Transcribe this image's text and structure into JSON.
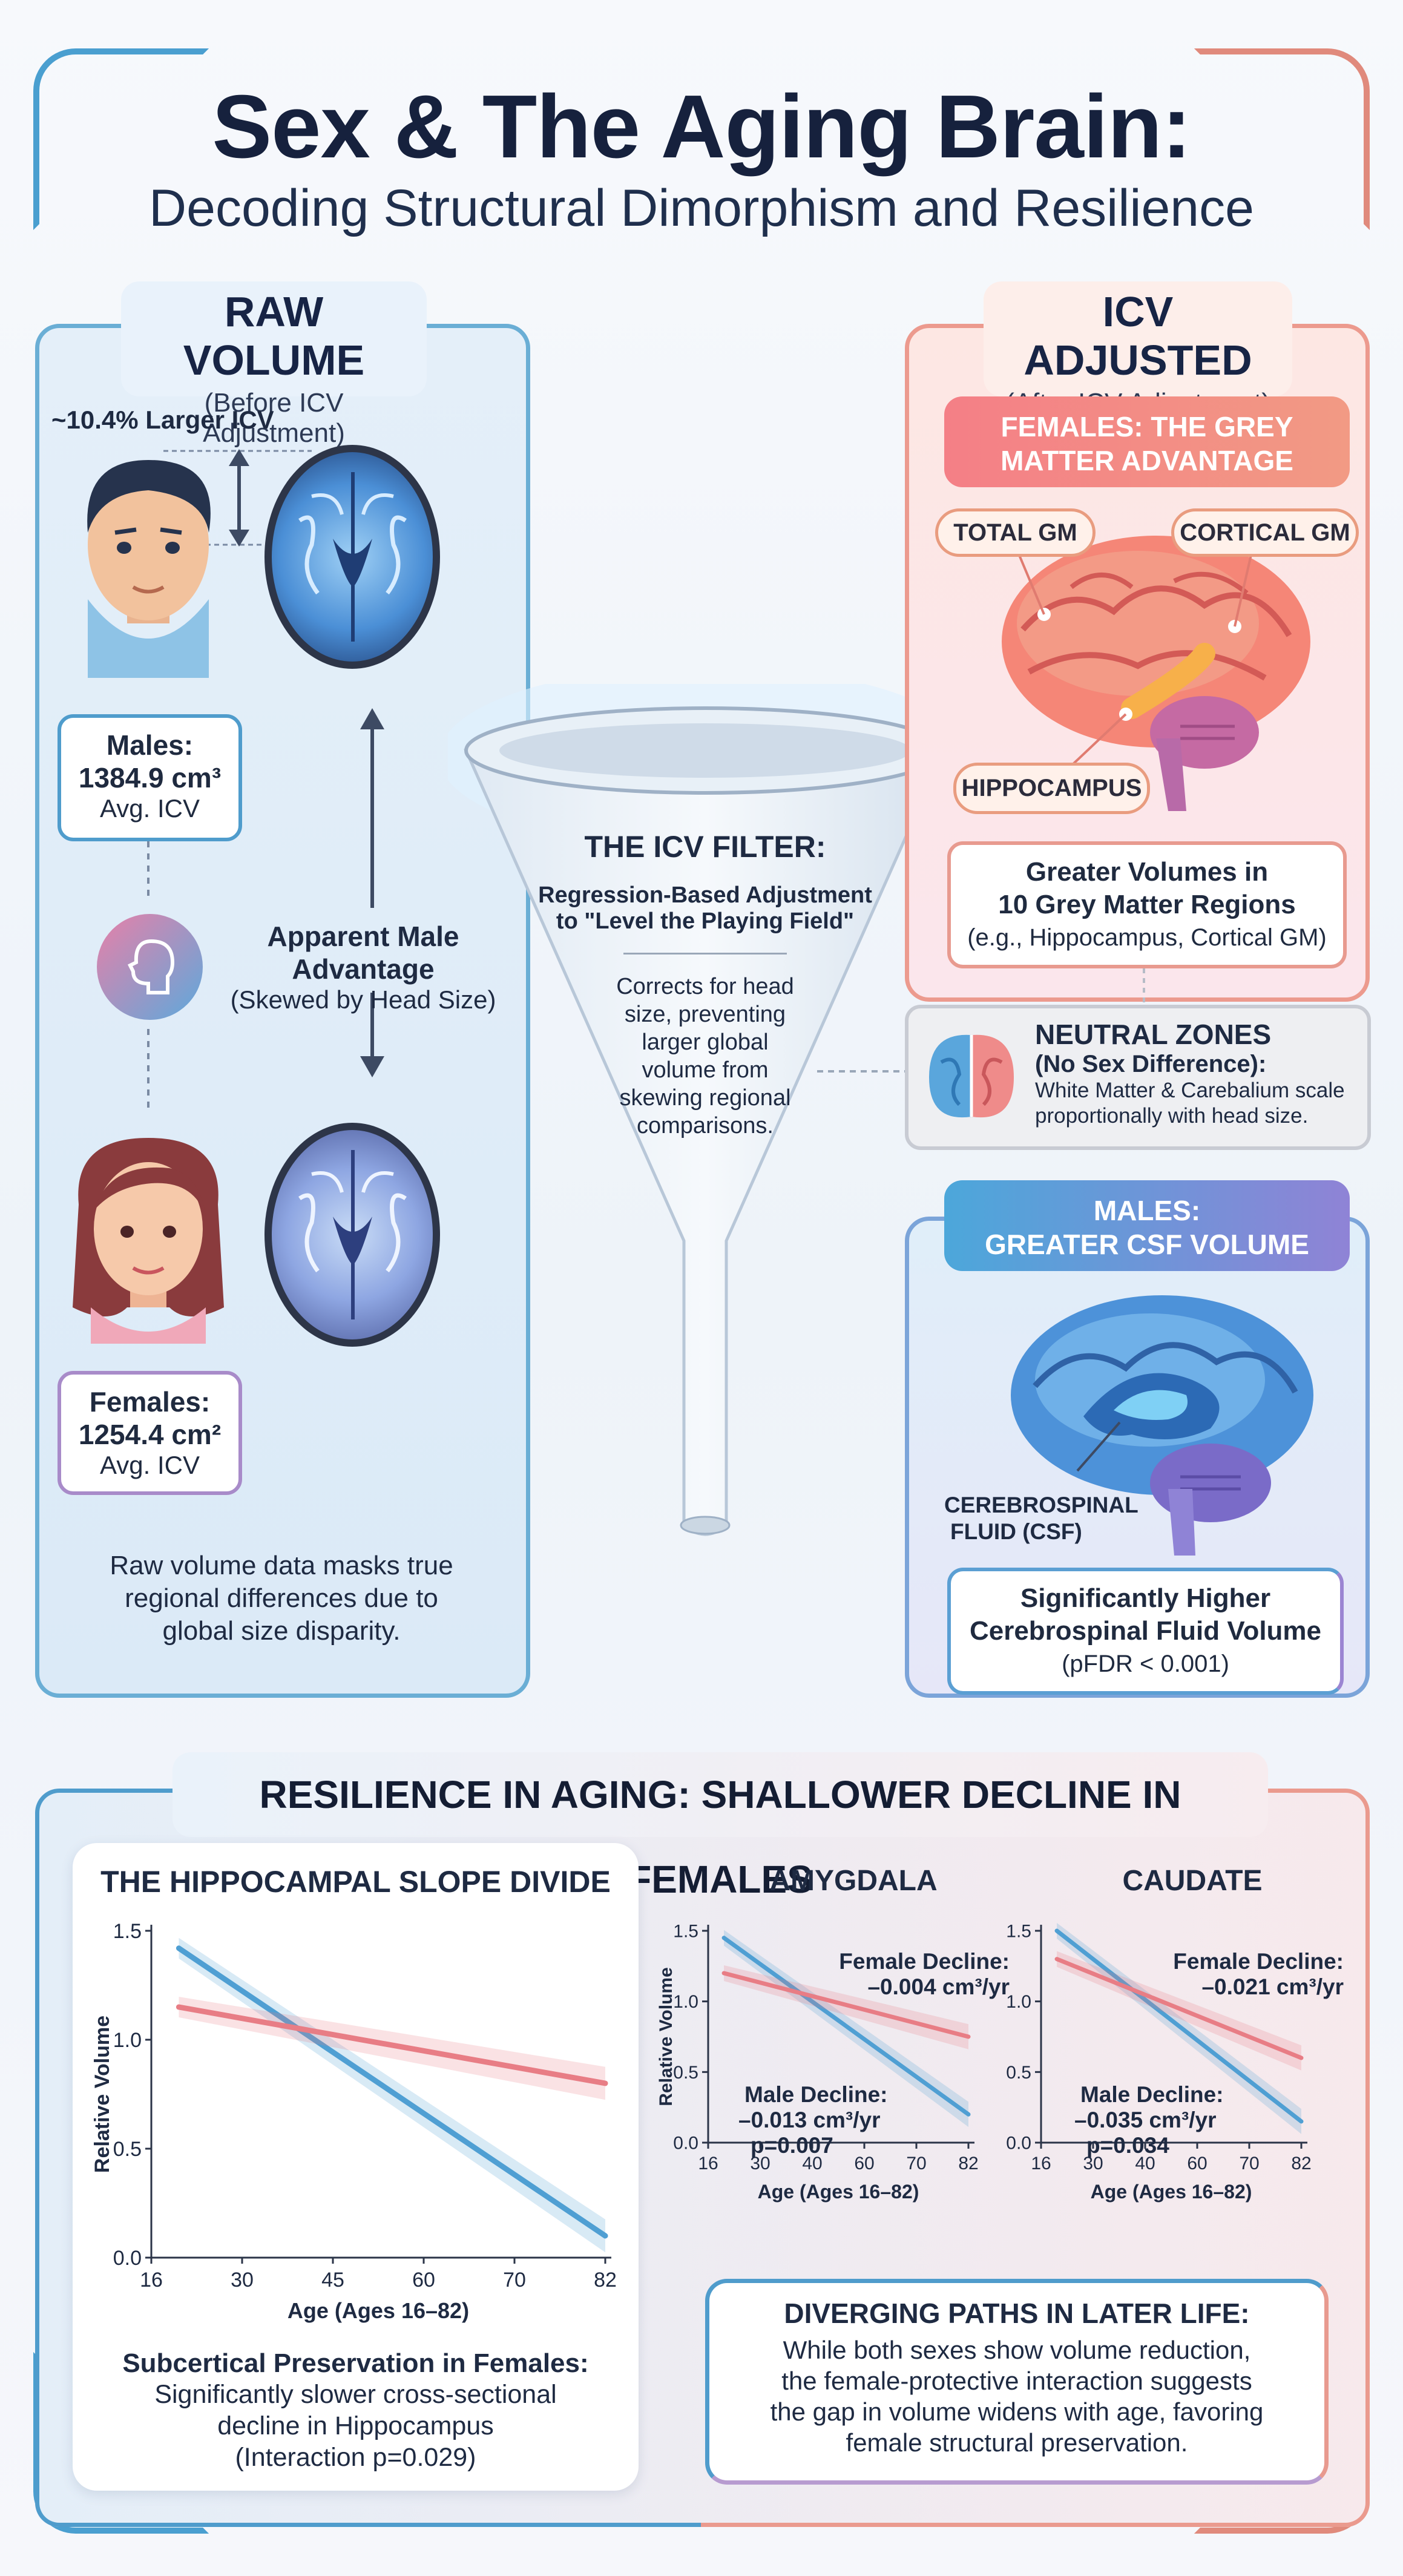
{
  "header": {
    "title": "Sex & The Aging Brain:",
    "subtitle": "Decoding Structural Dimorphism and Resilience"
  },
  "raw_panel": {
    "title": "RAW VOLUME",
    "subtitle": "(Before ICV Adjustment)",
    "icv_note": "~10.4% Larger ICV",
    "males_label": "Males:",
    "males_value": "1384.9 cm³",
    "males_unit": "Avg. ICV",
    "females_label": "Females:",
    "females_value": "1254.4 cm²",
    "females_unit": "Avg. ICV",
    "apparent_line1": "Apparent Male",
    "apparent_line2": "Advantage",
    "apparent_line3": "(Skewed by Head Size)",
    "footer_line1": "Raw volume data masks true",
    "footer_line2": "regional differences due to",
    "footer_line3": "global size disparity."
  },
  "filter": {
    "title": "THE ICV FILTER:",
    "method_line1": "Regression-Based Adjustment",
    "method_line2": "to \"Level the Playing Field\"",
    "desc_line1": "Corrects for head",
    "desc_line2": "size, preventing",
    "desc_line3": "larger global",
    "desc_line4": "volume from",
    "desc_line5": "skewing regional",
    "desc_line6": "comparisons."
  },
  "icv_panel": {
    "title": "ICV ADJUSTED",
    "subtitle": "(After ICV Adjustment)",
    "female_banner_line1": "FEMALES: THE GREY",
    "female_banner_line2": "MATTER ADVANTAGE",
    "tag_total_gm": "TOTAL GM",
    "tag_cortical_gm": "CORTICAL GM",
    "tag_hippocampus": "HIPPOCAMPUS",
    "greater_line1": "Greater Volumes in",
    "greater_line2": "10 Grey Matter Regions",
    "greater_line3": "(e.g., Hippocampus, Cortical GM)",
    "neutral_title1": "NEUTRAL ZONES",
    "neutral_title2": "(No Sex Difference):",
    "neutral_line1": "White Matter & Carebalium scale",
    "neutral_line2": "proportionally with head size.",
    "male_banner_line1": "MALES:",
    "male_banner_line2": "GREATER CSF VOLUME",
    "csf_label_line1": "CEREBROSPINAL",
    "csf_label_line2": "FLUID (CSF)",
    "csf_box_line1": "Significantly Higher",
    "csf_box_line2": "Cerebrospinal Fluid Volume",
    "csf_box_line3": "(pFDR < 0.001)"
  },
  "resilience": {
    "title": "RESILIENCE IN AGING: SHALLOWER DECLINE IN FEMALES",
    "hippo_title": "THE HIPPOCAMPAL SLOPE DIVIDE",
    "hippo_caption_title": "Subcertical Preservation in Females:",
    "hippo_caption_line1": "Significantly slower cross-sectional",
    "hippo_caption_line2": "decline in Hippocampus",
    "hippo_caption_line3": "(Interaction p=0.029)",
    "amygdala_title": "AMYGDALA",
    "amygdala_female_label": "Female Decline:",
    "amygdala_female_value": "–0.004 cm³/yr",
    "amygdala_male_label": "Male Decline:",
    "amygdala_male_value": "–0.013 cm³/yr",
    "amygdala_male_p": "p=0.007",
    "caudate_title": "CAUDATE",
    "caudate_female_label": "Female Decline:",
    "caudate_female_value": "–0.021 cm³/yr",
    "caudate_male_label": "Male Decline:",
    "caudate_male_value": "–0.035 cm³/yr",
    "caudate_male_p": "p=0.034",
    "diverge_title": "DIVERGING PATHS IN LATER LIFE:",
    "diverge_line1": "While both sexes show volume reduction,",
    "diverge_line2": "the female-protective interaction suggests",
    "diverge_line3": "the gap in volume widens with age, favoring",
    "diverge_line4": "female structural preservation."
  },
  "colors": {
    "male_line": "#4f9fd3",
    "female_line": "#e87d85",
    "navy": "#16213d",
    "blue_border": "#4f9ccc",
    "pink_border": "#ec9a8e"
  },
  "chart_data": [
    {
      "type": "line",
      "title": "THE HIPPOCAMPAL SLOPE DIVIDE",
      "xlabel": "Age (Ages 16–82)",
      "ylabel": "Relative Volume",
      "x_ticks": [
        "16",
        "30",
        "45",
        "60",
        "70",
        "82"
      ],
      "y_ticks": [
        "0.0",
        "0.5",
        "1.0",
        "1.5"
      ],
      "xlim": [
        16,
        82
      ],
      "ylim": [
        0,
        1.5
      ],
      "series": [
        {
          "x": [
            20,
            82
          ],
          "y": [
            1.42,
            0.1
          ],
          "color": "#4f9fd3"
        },
        {
          "x": [
            20,
            82
          ],
          "y": [
            1.15,
            0.8
          ],
          "color": "#e87d85"
        }
      ]
    },
    {
      "type": "line",
      "title": "AMYGDALA",
      "xlabel": "Age (Ages 16–82)",
      "ylabel": "Relative Volume",
      "x_ticks": [
        "16",
        "30",
        "40",
        "60",
        "70",
        "82"
      ],
      "y_ticks": [
        "0.0",
        "0.5",
        "1.0",
        "1.5"
      ],
      "xlim": [
        16,
        82
      ],
      "ylim": [
        0,
        1.5
      ],
      "series": [
        {
          "x": [
            20,
            82
          ],
          "y": [
            1.45,
            0.2
          ],
          "color": "#4f9fd3"
        },
        {
          "x": [
            20,
            82
          ],
          "y": [
            1.2,
            0.75
          ],
          "color": "#e87d85"
        }
      ]
    },
    {
      "type": "line",
      "title": "CAUDATE",
      "xlabel": "Age (Ages 16–82)",
      "ylabel": "",
      "x_ticks": [
        "16",
        "30",
        "40",
        "60",
        "70",
        "82"
      ],
      "y_ticks": [
        "0.0",
        "0.5",
        "1.0",
        "1.5"
      ],
      "xlim": [
        16,
        82
      ],
      "ylim": [
        0,
        1.5
      ],
      "series": [
        {
          "x": [
            20,
            82
          ],
          "y": [
            1.5,
            0.15
          ],
          "color": "#4f9fd3"
        },
        {
          "x": [
            20,
            82
          ],
          "y": [
            1.3,
            0.6
          ],
          "color": "#e87d85"
        }
      ]
    }
  ]
}
